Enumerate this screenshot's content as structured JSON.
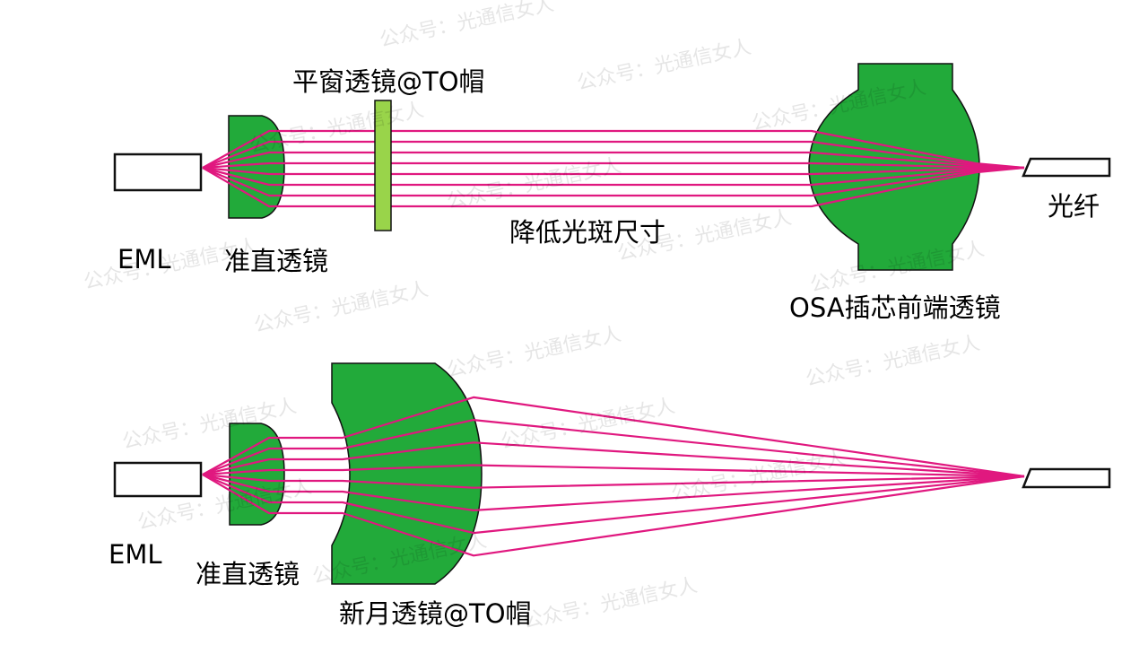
{
  "colors": {
    "lens_fill": "#22aa3a",
    "lens_stroke": "#111111",
    "window_fill": "#99d44a",
    "beam": "#e0187f",
    "box_stroke": "#111111"
  },
  "top_diagram": {
    "source_label": "EML",
    "collimator_label": "准直透镜",
    "window_label": "平窗透镜@TO帽",
    "beam_label": "降低光斑尺寸",
    "osa_label": "OSA插芯前端透镜",
    "fiber_label": "光纤"
  },
  "bottom_diagram": {
    "source_label": "EML",
    "collimator_label": "准直透镜",
    "meniscus_label": "新月透镜@TO帽"
  },
  "watermark": {
    "text": "公众号：光通信女人"
  }
}
